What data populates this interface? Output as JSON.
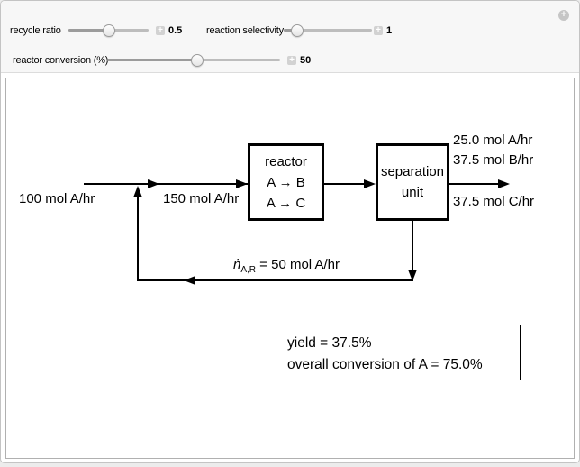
{
  "controls": {
    "sliders": [
      {
        "label": "recycle ratio",
        "value": "0.5",
        "fraction": 0.5
      },
      {
        "label": "reaction selectivity",
        "value": "1",
        "fraction": 0.1
      },
      {
        "label": "reactor conversion (%)",
        "value": "50",
        "fraction": 0.52
      }
    ],
    "expand_icon": "circled-plus",
    "stepper_icon": "plus"
  },
  "diagram": {
    "streams": {
      "feed": "100 mol A/hr",
      "reactor_inlet": "150 mol A/hr",
      "product_a": "25.0 mol A/hr",
      "product_b": "37.5 mol B/hr",
      "product_c": "37.5 mol C/hr"
    },
    "reactor": {
      "title": "reactor",
      "reaction1": "A → B",
      "reaction2": "A → C"
    },
    "separator": {
      "line1": "separation",
      "line2": "unit"
    },
    "recycle": {
      "variable": "ṅ",
      "subscript": "A,R",
      "text": " = 50 mol A/hr"
    },
    "results": {
      "yield": "yield = 37.5%",
      "overall_conversion": "overall conversion of A = 75.0%"
    }
  },
  "colors": {
    "line": "#000000",
    "panel_bg": "#ffffff",
    "control_bg": "#f7f7f7"
  }
}
